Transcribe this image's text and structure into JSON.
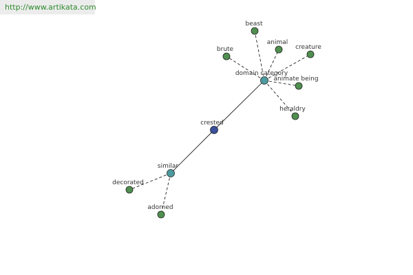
{
  "banner": {
    "url_text": "http://www.artikata.com"
  },
  "colors": {
    "center_node": "#3a4f9a",
    "hub_node": "#4d9aa0",
    "leaf_node": "#4f8f4f",
    "banner_text": "#2e8b2e",
    "banner_bg": "#ececec"
  },
  "graph": {
    "nodes": [
      {
        "id": "crested",
        "label": "crested",
        "kind": "center"
      },
      {
        "id": "domain-category",
        "label": "domain category",
        "kind": "hub"
      },
      {
        "id": "similar",
        "label": "similar",
        "kind": "hub"
      },
      {
        "id": "beast",
        "label": "beast",
        "kind": "leaf"
      },
      {
        "id": "animal",
        "label": "animal",
        "kind": "leaf"
      },
      {
        "id": "creature",
        "label": "creature",
        "kind": "leaf"
      },
      {
        "id": "brute",
        "label": "brute",
        "kind": "leaf"
      },
      {
        "id": "animate-being",
        "label": "animate being",
        "kind": "leaf"
      },
      {
        "id": "heraldry",
        "label": "heraldry",
        "kind": "leaf"
      },
      {
        "id": "decorated",
        "label": "decorated",
        "kind": "leaf"
      },
      {
        "id": "adorned",
        "label": "adorned",
        "kind": "leaf"
      }
    ],
    "edges": [
      {
        "from": "crested",
        "to": "domain-category",
        "style": "solid"
      },
      {
        "from": "crested",
        "to": "similar",
        "style": "solid"
      },
      {
        "from": "domain-category",
        "to": "beast",
        "style": "dashed"
      },
      {
        "from": "domain-category",
        "to": "animal",
        "style": "dashed"
      },
      {
        "from": "domain-category",
        "to": "creature",
        "style": "dashed"
      },
      {
        "from": "domain-category",
        "to": "brute",
        "style": "dashed"
      },
      {
        "from": "domain-category",
        "to": "animate-being",
        "style": "dashed"
      },
      {
        "from": "domain-category",
        "to": "heraldry",
        "style": "dashed"
      },
      {
        "from": "similar",
        "to": "decorated",
        "style": "dashed"
      },
      {
        "from": "similar",
        "to": "adorned",
        "style": "dashed"
      }
    ]
  }
}
